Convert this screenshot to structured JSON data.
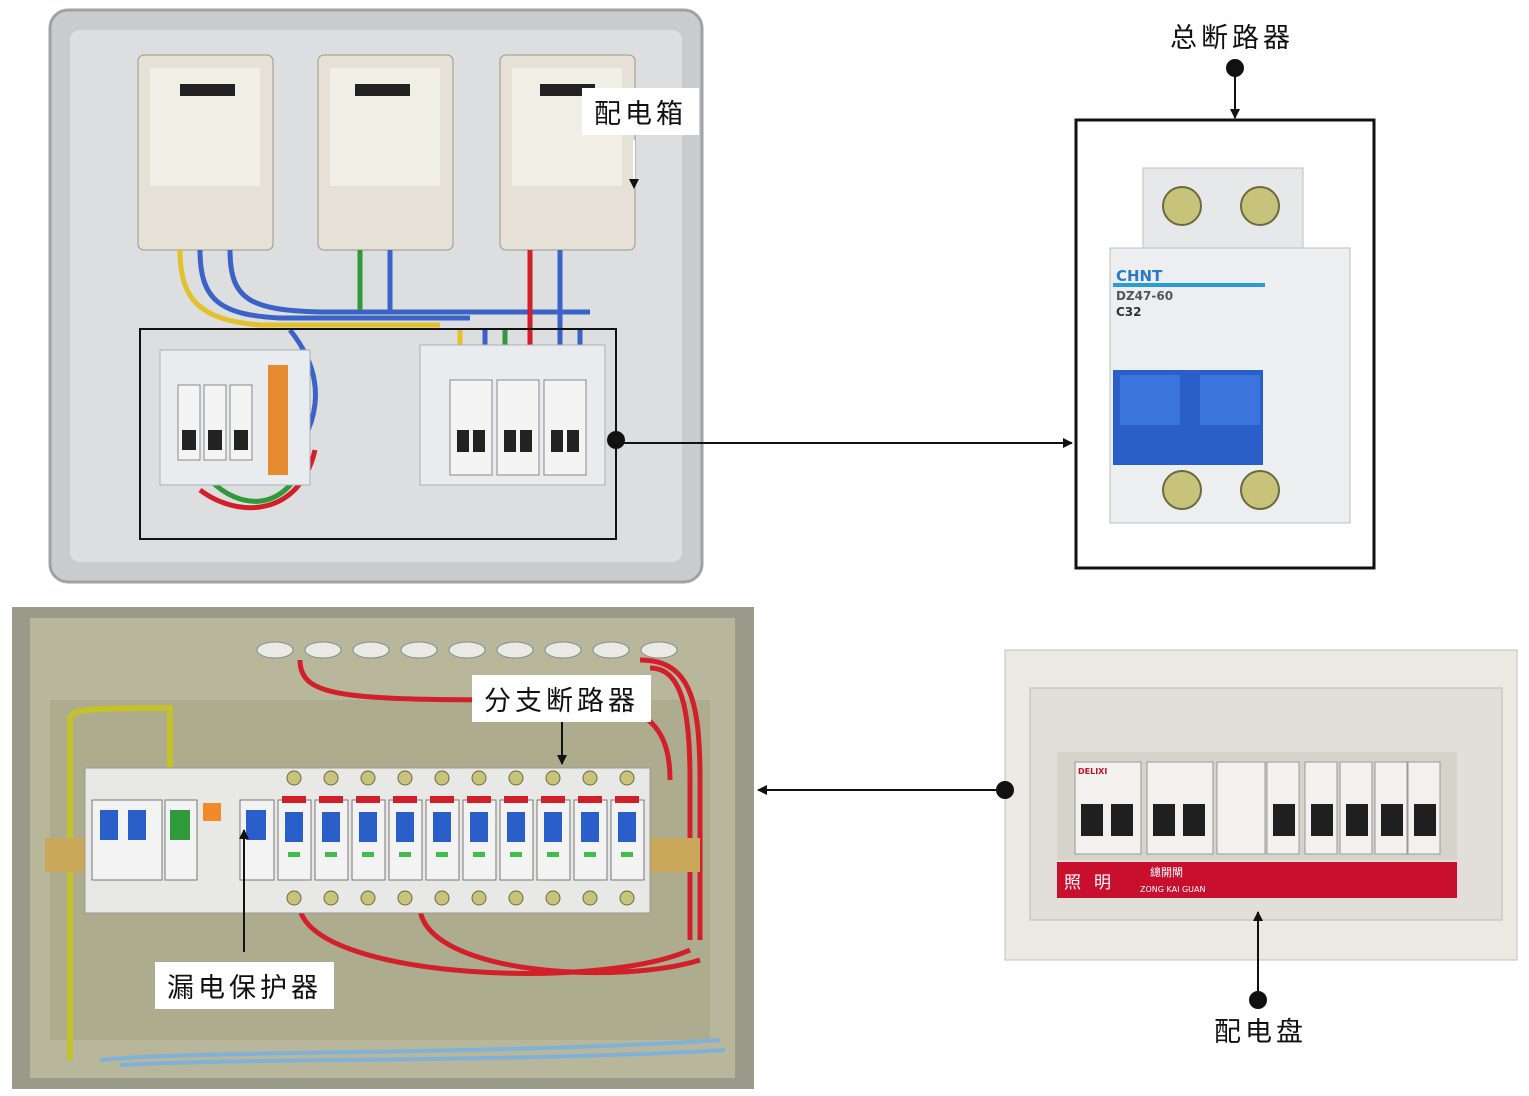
{
  "labels": {
    "distribution_box": "配电箱",
    "main_breaker": "总断路器",
    "branch_breaker": "分支断路器",
    "leakage_protector": "漏电保护器",
    "distribution_panel": "配电盘"
  },
  "photo_text": {
    "breaker_brand": "CHNT",
    "breaker_model": "DZ47-60",
    "breaker_rating": "C32",
    "panel_brand": "DELIXI",
    "panel_strip_left_1": "照",
    "panel_strip_left_2": "明",
    "panel_strip_main": "總開閘",
    "panel_strip_sub": "ZONG KAI GUAN"
  },
  "colors": {
    "ink": "#111111",
    "breaker_blue": "#2a5fc9",
    "wire_red": "#d21f2a",
    "wire_blue": "#3b62c6",
    "wire_green": "#2e9a3a",
    "wire_yellow": "#e2c22a",
    "panel_red": "#c8102e"
  }
}
